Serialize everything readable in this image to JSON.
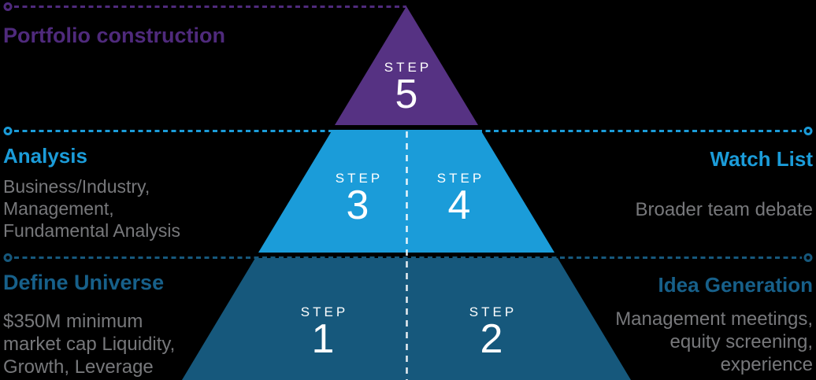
{
  "canvas": {
    "background": "#000000"
  },
  "colors": {
    "tier_top_fill": "#563283",
    "tier_mid_fill": "#1B9CD9",
    "tier_bottom_fill": "#16587C",
    "line_top": "#4F2A7C",
    "line_mid": "#1B9CD9",
    "line_bottom": "#16587C",
    "divider": "#FFFFFF",
    "heading_purple": "#4F2A7C",
    "heading_blue": "#1B9CD9",
    "heading_teal": "#17608A",
    "body_gray": "#77787B",
    "step_text": "#FFFFFF"
  },
  "steps": [
    {
      "word": "STEP",
      "num": "5"
    },
    {
      "word": "STEP",
      "num": "3"
    },
    {
      "word": "STEP",
      "num": "4"
    },
    {
      "word": "STEP",
      "num": "1"
    },
    {
      "word": "STEP",
      "num": "2"
    }
  ],
  "labels": {
    "portfolio": {
      "title": "Portfolio construction"
    },
    "analysis": {
      "title": "Analysis",
      "lines": [
        "Business/Industry,",
        "Management,",
        "Fundamental Analysis"
      ]
    },
    "define": {
      "title": "Define Universe",
      "lines": [
        "$350M minimum",
        "market cap Liquidity,",
        "Growth, Leverage"
      ]
    },
    "watch": {
      "title": "Watch List",
      "lines": [
        "Broader team debate"
      ]
    },
    "idea": {
      "title": "Idea Generation",
      "lines": [
        "Management meetings,",
        "equity screening,",
        "experience"
      ]
    }
  }
}
